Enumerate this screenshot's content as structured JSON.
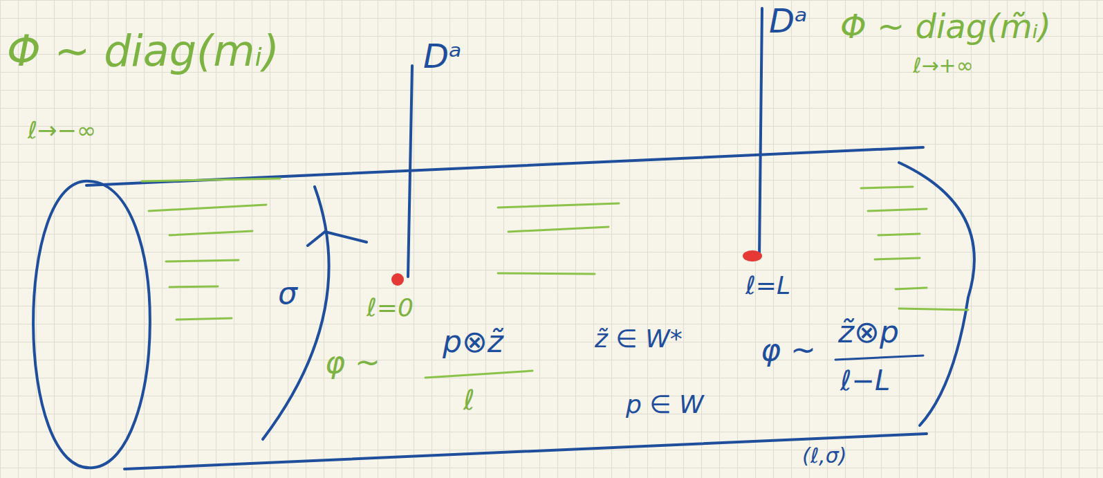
{
  "diagram": {
    "labels": [
      "Φ ~ diag(mᵢ)",
      "ℓ→−∞",
      "Dᵃ",
      "Dᵃ",
      "Φ ~ diag(m̃ᵢ)",
      "ℓ→+∞",
      "σ",
      "ℓ=0",
      "φ ~",
      "p⊗z̃",
      "ℓ",
      "z̃ ∈ W*",
      "p ∈ W",
      "φ ~",
      "z̃⊗p",
      "ℓ−L",
      "ℓ=L",
      "(ℓ,σ)"
    ]
  }
}
